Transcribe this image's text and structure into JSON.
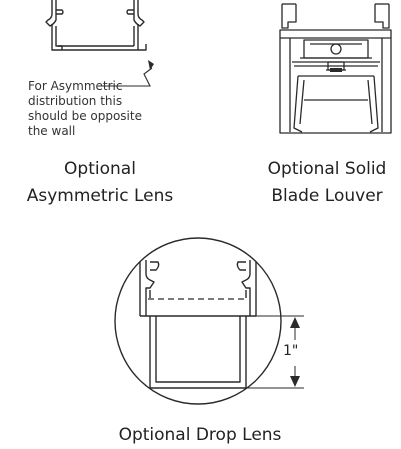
{
  "asym": {
    "note_lines": [
      "For Asymmetric",
      "distribution this",
      "should be opposite",
      "the wall"
    ],
    "caption_lines": [
      "Optional",
      "Asymmetric Lens"
    ]
  },
  "louver": {
    "caption_lines": [
      "Optional Solid",
      "Blade Louver"
    ]
  },
  "drop": {
    "dimension": "1\"",
    "caption": "Optional Drop Lens"
  },
  "colors": {
    "line": "#2a2a2a",
    "background": "#ffffff"
  }
}
